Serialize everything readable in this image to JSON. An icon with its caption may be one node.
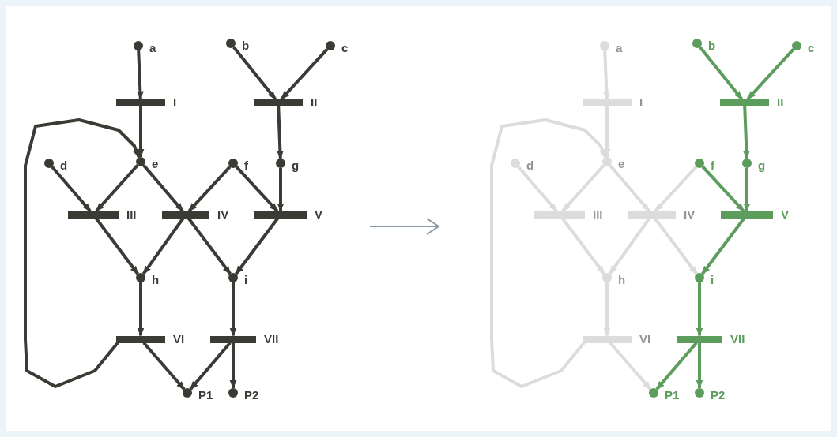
{
  "diagram": {
    "nodes": [
      {
        "text": [],
        "shape": "circle",
        "beside": [
          "a"
        ]
      },
      {
        "text": [],
        "shape": "circle",
        "beside": [
          "b"
        ]
      },
      {
        "text": [],
        "shape": "circle",
        "beside": [
          "c"
        ]
      },
      {
        "text": [],
        "shape": "bar",
        "beside": [
          "I"
        ]
      },
      {
        "text": [],
        "shape": "bar",
        "beside": [
          "II"
        ]
      },
      {
        "text": [],
        "shape": "circle",
        "beside": [
          "d"
        ]
      },
      {
        "text": [],
        "shape": "circle",
        "beside": [
          "e"
        ]
      },
      {
        "text": [],
        "shape": "circle",
        "beside": [
          "f"
        ]
      },
      {
        "text": [],
        "shape": "circle",
        "beside": [
          "g"
        ]
      },
      {
        "text": [],
        "shape": "bar",
        "beside": [
          "III"
        ]
      },
      {
        "text": [],
        "shape": "bar",
        "beside": [
          "IV"
        ]
      },
      {
        "text": [],
        "shape": "bar",
        "beside": [
          "V"
        ]
      },
      {
        "text": [],
        "shape": "circle",
        "beside": [
          "h"
        ]
      },
      {
        "text": [],
        "shape": "circle",
        "beside": [
          "i"
        ]
      },
      {
        "text": [],
        "shape": "bar",
        "beside": [
          "VI"
        ]
      },
      {
        "text": [],
        "shape": "bar",
        "beside": [
          "VII"
        ]
      },
      {
        "text": [],
        "shape": "circle",
        "beside": [
          "P1"
        ]
      },
      {
        "text": [],
        "shape": "circle",
        "beside": [
          "P2"
        ]
      },
      {
        "text": [],
        "shape": "circle",
        "beside": [
          "a"
        ]
      },
      {
        "text": [],
        "shape": "circle",
        "beside": [
          "b"
        ]
      },
      {
        "text": [],
        "shape": "circle",
        "beside": [
          "c"
        ]
      },
      {
        "text": [],
        "shape": "bar",
        "beside": [
          "I"
        ]
      },
      {
        "text": [],
        "shape": "bar",
        "beside": [
          "II"
        ]
      },
      {
        "text": [],
        "shape": "circle",
        "beside": [
          "d"
        ]
      },
      {
        "text": [],
        "shape": "circle",
        "beside": [
          "e"
        ]
      },
      {
        "text": [],
        "shape": "circle",
        "beside": [
          "f"
        ]
      },
      {
        "text": [],
        "shape": "circle",
        "beside": [
          "g"
        ]
      },
      {
        "text": [],
        "shape": "bar",
        "beside": [
          "III"
        ]
      },
      {
        "text": [],
        "shape": "bar",
        "beside": [
          "IV"
        ]
      },
      {
        "text": [],
        "shape": "bar",
        "beside": [
          "V"
        ]
      },
      {
        "text": [],
        "shape": "circle",
        "beside": [
          "h"
        ]
      },
      {
        "text": [],
        "shape": "circle",
        "beside": [
          "i"
        ]
      },
      {
        "text": [],
        "shape": "bar",
        "beside": [
          "VI"
        ]
      },
      {
        "text": [],
        "shape": "bar",
        "beside": [
          "VII"
        ]
      },
      {
        "text": [],
        "shape": "circle",
        "beside": [
          "P1"
        ]
      },
      {
        "text": [],
        "shape": "circle",
        "beside": [
          "P2"
        ]
      }
    ],
    "edges": [
      {
        "from": 0,
        "to": 3,
        "arrow": "to"
      },
      {
        "from": 1,
        "to": 4,
        "arrow": "to"
      },
      {
        "from": 2,
        "to": 4,
        "arrow": "to"
      },
      {
        "from": 3,
        "to": 6,
        "arrow": "to"
      },
      {
        "from": 4,
        "to": 8,
        "arrow": "to"
      },
      {
        "from": 5,
        "to": 9,
        "arrow": "to"
      },
      {
        "from": 6,
        "to": 9,
        "arrow": "to"
      },
      {
        "from": 6,
        "to": 10,
        "arrow": "to"
      },
      {
        "from": 7,
        "to": 10,
        "arrow": "to"
      },
      {
        "from": 7,
        "to": 11,
        "arrow": "to"
      },
      {
        "from": 8,
        "to": 11,
        "arrow": "to"
      },
      {
        "from": 9,
        "to": 12,
        "arrow": "to"
      },
      {
        "from": 10,
        "to": 12,
        "arrow": "to"
      },
      {
        "from": 10,
        "to": 13,
        "arrow": "to"
      },
      {
        "from": 11,
        "to": 13,
        "arrow": "to"
      },
      {
        "from": 12,
        "to": 14,
        "arrow": "to"
      },
      {
        "from": 13,
        "to": 15,
        "arrow": "to"
      },
      {
        "from": 14,
        "to": 16,
        "arrow": "to"
      },
      {
        "from": 14,
        "to": 6,
        "arrow": "to"
      },
      {
        "from": 15,
        "to": 16,
        "arrow": "to"
      },
      {
        "from": 15,
        "to": 17,
        "arrow": "to"
      },
      {
        "from": 18,
        "to": 21,
        "arrow": "to",
        "color": "#dcdcdc"
      },
      {
        "from": 19,
        "to": 22,
        "arrow": "to",
        "color": "#5c9c5c"
      },
      {
        "from": 20,
        "to": 22,
        "arrow": "to",
        "color": "#5c9c5c"
      },
      {
        "from": 21,
        "to": 24,
        "arrow": "to",
        "color": "#dcdcdc"
      },
      {
        "from": 22,
        "to": 26,
        "arrow": "to",
        "color": "#5c9c5c"
      },
      {
        "from": 23,
        "to": 27,
        "arrow": "to",
        "color": "#dcdcdc"
      },
      {
        "from": 24,
        "to": 27,
        "arrow": "to",
        "color": "#dcdcdc"
      },
      {
        "from": 24,
        "to": 28,
        "arrow": "to",
        "color": "#dcdcdc"
      },
      {
        "from": 25,
        "to": 28,
        "arrow": "to",
        "color": "#dcdcdc"
      },
      {
        "from": 25,
        "to": 29,
        "arrow": "to",
        "color": "#5c9c5c"
      },
      {
        "from": 26,
        "to": 29,
        "arrow": "to",
        "color": "#5c9c5c"
      },
      {
        "from": 27,
        "to": 30,
        "arrow": "to",
        "color": "#dcdcdc"
      },
      {
        "from": 28,
        "to": 30,
        "arrow": "to",
        "color": "#dcdcdc"
      },
      {
        "from": 28,
        "to": 31,
        "arrow": "to",
        "color": "#dcdcdc"
      },
      {
        "from": 29,
        "to": 31,
        "arrow": "to",
        "color": "#5c9c5c"
      },
      {
        "from": 30,
        "to": 32,
        "arrow": "to",
        "color": "#dcdcdc"
      },
      {
        "from": 31,
        "to": 33,
        "arrow": "to",
        "color": "#5c9c5c"
      },
      {
        "from": 32,
        "to": 34,
        "arrow": "to",
        "color": "#dcdcdc"
      },
      {
        "from": 32,
        "to": 24,
        "arrow": "to",
        "color": "#dcdcdc"
      },
      {
        "from": 33,
        "to": 34,
        "arrow": "to",
        "color": "#5c9c5c"
      },
      {
        "from": 33,
        "to": 35,
        "arrow": "to",
        "color": "#5c9c5c"
      }
    ]
  }
}
